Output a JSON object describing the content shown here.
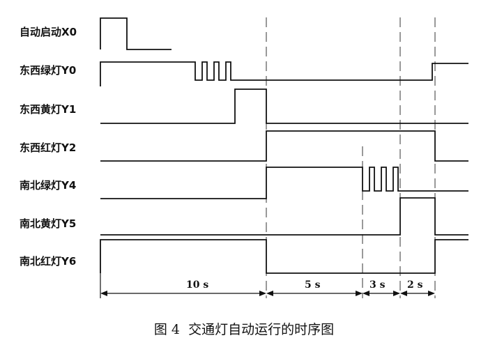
{
  "diagram": {
    "signals": [
      {
        "id": "x0",
        "label": "自动启动X0"
      },
      {
        "id": "y0",
        "label": "东西绿灯Y0"
      },
      {
        "id": "y1",
        "label": "东西黄灯Y1"
      },
      {
        "id": "y2",
        "label": "东西红灯Y2"
      },
      {
        "id": "y4",
        "label": "南北绿灯Y4"
      },
      {
        "id": "y5",
        "label": "南北黄灯Y5"
      },
      {
        "id": "y6",
        "label": "南北红灯Y6"
      }
    ],
    "durations": [
      {
        "id": "d1",
        "label": "10 s"
      },
      {
        "id": "d2",
        "label": "5 s"
      },
      {
        "id": "d3",
        "label": "3 s"
      },
      {
        "id": "d4",
        "label": "2 s"
      }
    ],
    "caption": "图 4  交通灯自动运行的时序图"
  }
}
